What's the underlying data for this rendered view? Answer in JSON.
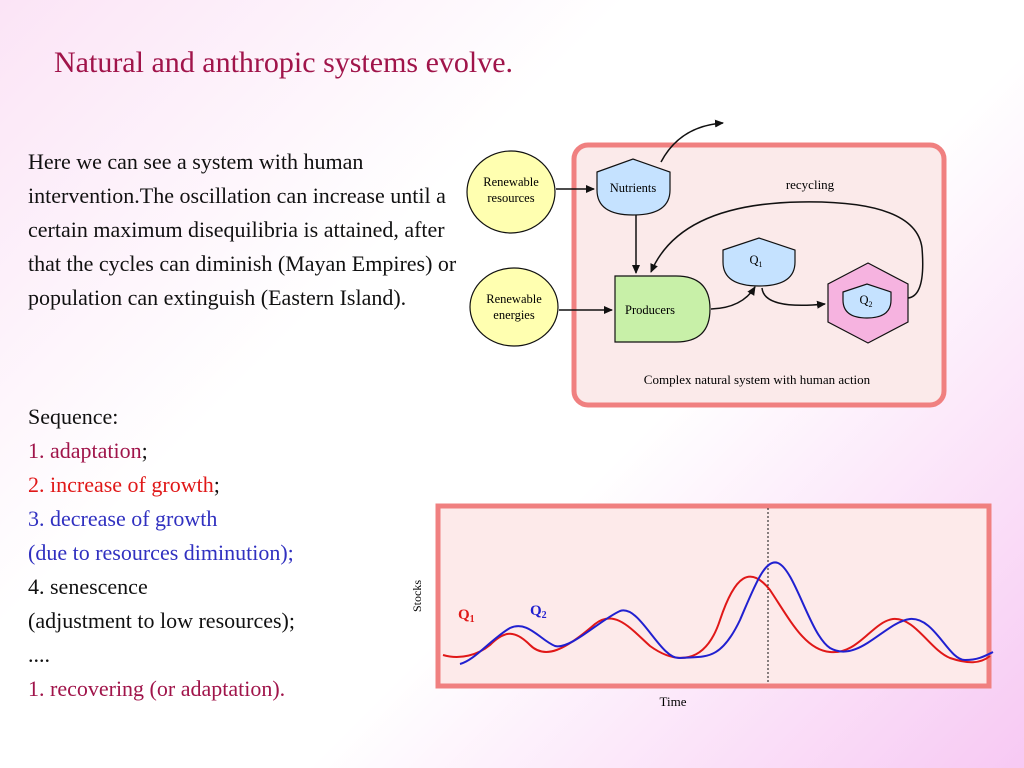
{
  "title": "Natural and anthropic systems evolve.",
  "intro": "Here we can see a system with human intervention.The oscillation can increase until a certain maximum disequilibria is attained, after that the cycles can diminish (Mayan Empires) or population can extinguish (Eastern Island).",
  "sequence": {
    "heading": "Sequence:",
    "step1_label": "1. adaptation",
    "step1_punct": ";",
    "step2_label": "2. increase of growth",
    "step2_punct": ";",
    "step3_label": "3. decrease of growth",
    "step3_note": "(due to  resources diminution);",
    "step4_label": "4. senescence",
    "step4_note": "(adjustment to low resources);",
    "ellipsis": "....",
    "step5_label": "1. recovering (or adaptation)."
  },
  "diagram": {
    "renewable_resources": [
      "Renewable",
      "resources"
    ],
    "renewable_energies": [
      "Renewable",
      "energies"
    ],
    "nutrients": "Nutrients",
    "producers": "Producers",
    "q1": "Q",
    "q1_sub": "1",
    "q2": "Q",
    "q2_sub": "2",
    "recycling": "recycling",
    "caption": "Complex  natural system with human action"
  },
  "graph": {
    "ylabel": "Stocks",
    "xlabel": "Time",
    "q1_label": "Q",
    "q1_sub": "1",
    "q2_label": "Q",
    "q2_sub": "2"
  },
  "colors": {
    "title": "#a0144a",
    "frame": "#f08080",
    "q1_curve": "#e01818",
    "q2_curve": "#2020d0"
  }
}
